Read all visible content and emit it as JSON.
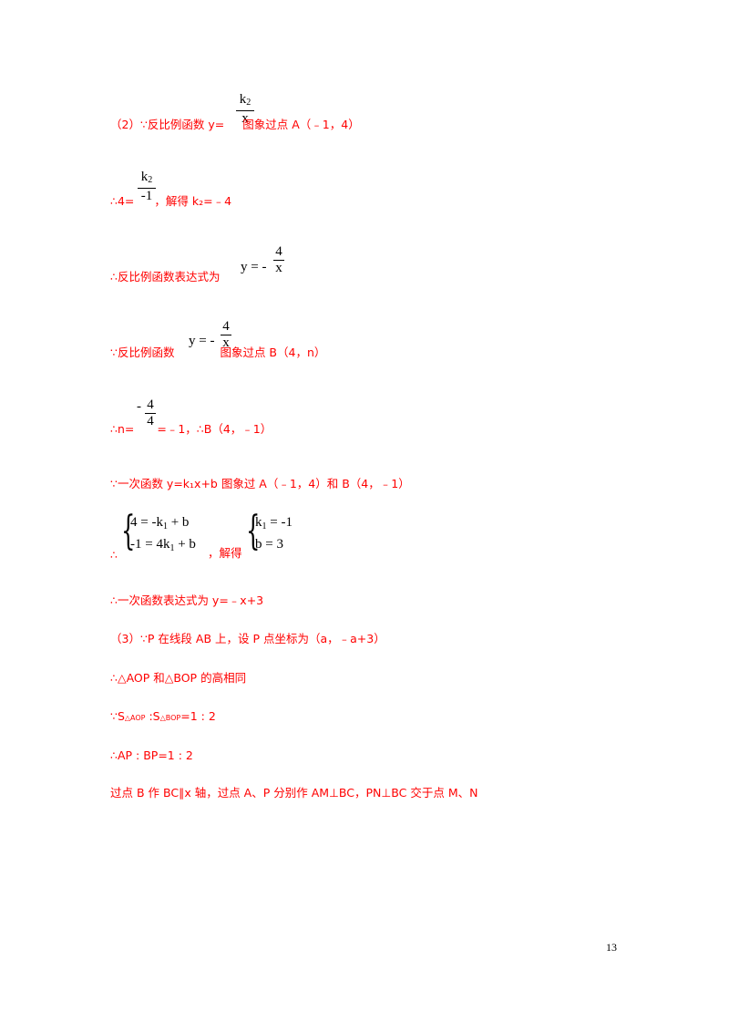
{
  "lines": {
    "l1_text": "（2）∵反比例函数 y=",
    "l1_after": "图象过点 A（﹣1，4）",
    "l2_prefix": "∴4=",
    "l2_text": "，解得 k₂=﹣4",
    "l3_text": "∴反比例函数表达式为",
    "l4_text": "∵反比例函数",
    "l4_after": "图象过点 B（4，n）",
    "l5_prefix": "∴n=",
    "l5_text": "=﹣1，∴B（4，﹣1）",
    "l6_text": "∵一次函数 y=k₁x+b 图象过 A（﹣1，4）和 B（4，﹣1）",
    "l7_prefix": "∴",
    "l7_text": "，解得",
    "l8_text": "∴一次函数表达式为 y=﹣x+3",
    "l9_text": "（3）∵P 在线段 AB 上，设 P 点坐标为（a，﹣a+3）",
    "l10_text": "∴△AOP 和△BOP 的高相同",
    "l11_a": "∵S",
    "l11_sub1": "△AOP",
    "l11_b": " :S",
    "l11_sub2": "△BOP",
    "l11_c": "=1 : 2",
    "l12_text": "∴AP : BP=1 : 2",
    "l13_text": "过点 B 作 BC∥x 轴，过点 A、P 分别作 AM⊥BC，PN⊥BC 交于点 M、N"
  },
  "math": {
    "f1_num": "k",
    "f1_sub": "2",
    "f1_den": "x",
    "f2_num": "k",
    "f2_sub": "2",
    "f2_den": "-1",
    "e3_lhs": "y = -",
    "f3_num": "4",
    "f3_den": "x",
    "e4_lhs": "y = -",
    "f4_num": "4",
    "f4_den": "x",
    "f5_sign": "-",
    "f5_num": "4",
    "f5_den": "4",
    "sys1_row1": "4 = -k",
    "sys1_row1_sub": "1",
    "sys1_row1_end": " + b",
    "sys1_row2": "-1 = 4k",
    "sys1_row2_sub": "1",
    "sys1_row2_end": " + b",
    "sys2_row1": "k",
    "sys2_row1_sub": "1",
    "sys2_row1_end": " = -1",
    "sys2_row2": "b = 3"
  },
  "page_number": "13"
}
